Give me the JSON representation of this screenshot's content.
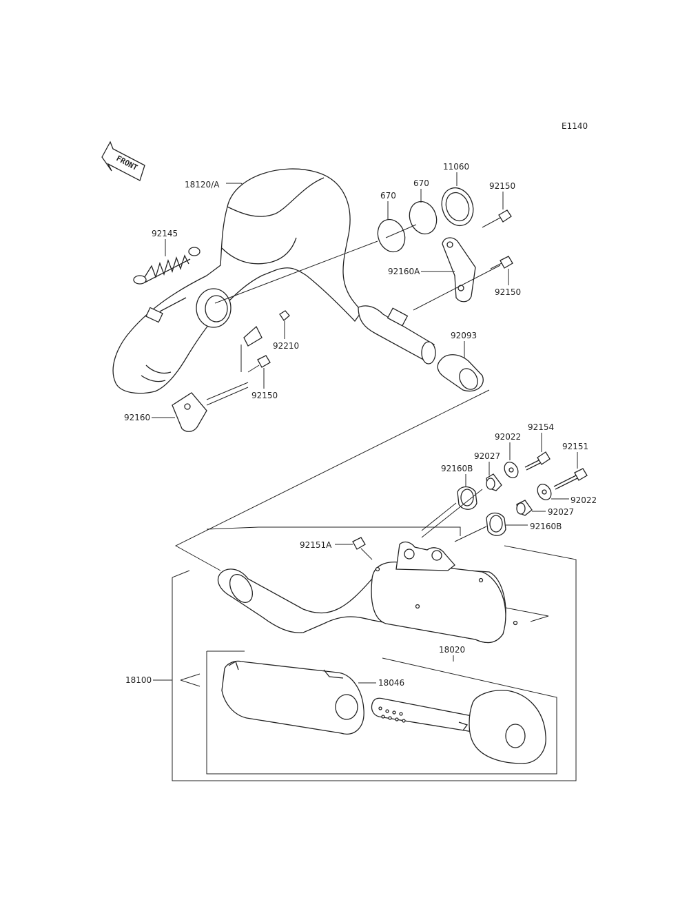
{
  "diagram_code": "E1140",
  "front_label": "FRONT",
  "parts": {
    "p18120": "18120/A",
    "p92145": "92145",
    "p670a": "670",
    "p670b": "670",
    "p11060": "11060",
    "p92150a": "92150",
    "p92160A": "92160A",
    "p92150b": "92150",
    "p92210": "92210",
    "p92093": "92093",
    "p92150c": "92150",
    "p92160": "92160",
    "p92154": "92154",
    "p92022a": "92022",
    "p92151": "92151",
    "p92027a": "92027",
    "p92160Ba": "92160B",
    "p92022b": "92022",
    "p92027b": "92027",
    "p92160Bb": "92160B",
    "p92151A": "92151A",
    "p18020": "18020",
    "p18100": "18100",
    "p18046": "18046"
  }
}
